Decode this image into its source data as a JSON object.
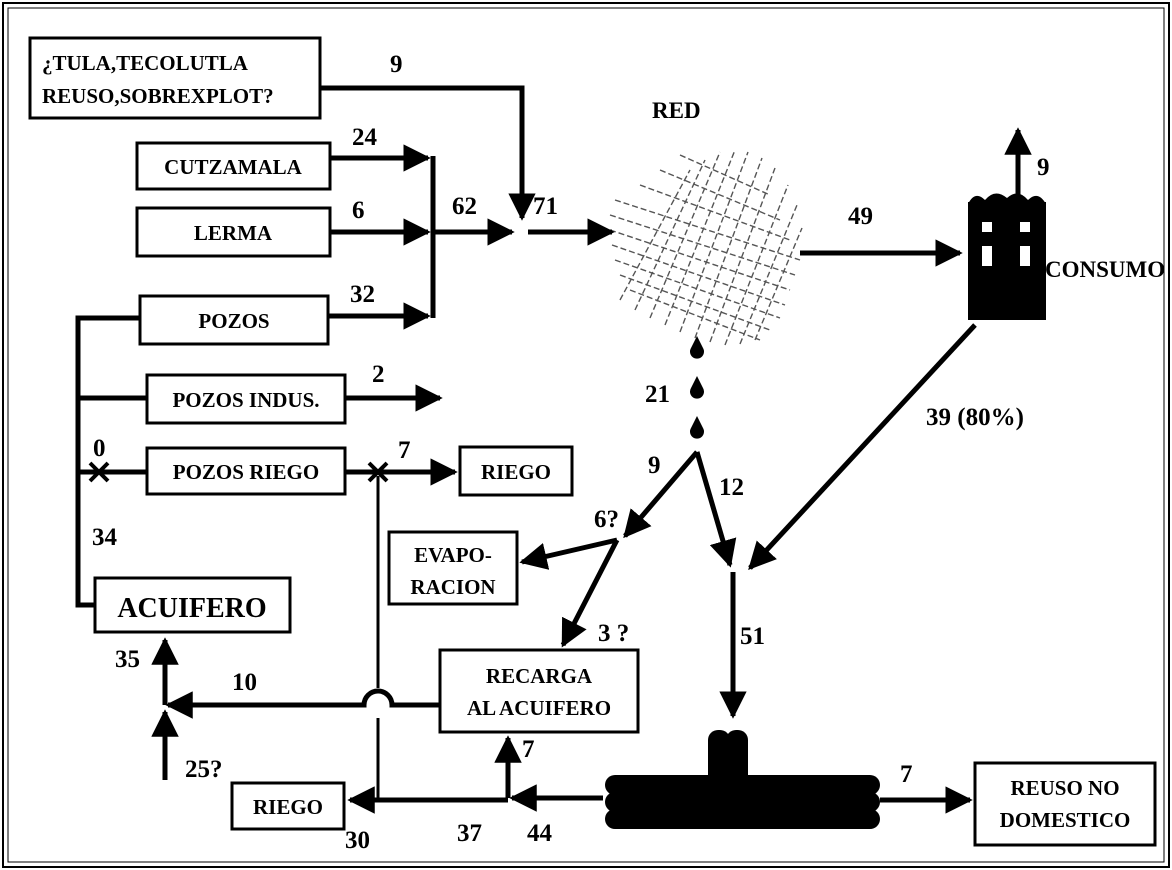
{
  "boxes": {
    "tula_line1": "¿TULA,TECOLUTLA",
    "tula_line2": "REUSO,SOBREXPLOT?",
    "cutzamala": "CUTZAMALA",
    "lerma": "LERMA",
    "pozos": "POZOS",
    "pozos_indus": "POZOS INDUS.",
    "pozos_riego": "POZOS RIEGO",
    "riego_top": "RIEGO",
    "evap_line1": "EVAPO-",
    "evap_line2": "RACION",
    "acuifero": "ACUIFERO",
    "recarga_line1": "RECARGA",
    "recarga_line2": "AL ACUIFERO",
    "riego_bottom": "RIEGO",
    "reuso_line1": "REUSO NO",
    "reuso_line2": "DOMESTICO"
  },
  "labels": {
    "red": "RED",
    "consumo": "CONSUMO",
    "tula_flow": "9",
    "cutzamala_flow": "24",
    "lerma_flow": "6",
    "sum_flow": "62",
    "red_in": "71",
    "pozos_flow": "32",
    "pozos_indus_flow": "2",
    "red_out": "49",
    "consumo_up": "9",
    "leak": "21",
    "consumo_return": "39  (80%)",
    "leak_left": "9",
    "leak_right": "12",
    "evap_flow": "6?",
    "recharge_flow": "3 ?",
    "sewer_flow": "51",
    "pozos_riego_zero": "0",
    "pozos_riego_flow": "7",
    "aquifer_out": "34",
    "aquifer_in": "35",
    "recarga_out": "10",
    "bottom_in": "25?",
    "recarga_up": "7",
    "riego_flow": "30",
    "mid_flow": "37",
    "drain_flow": "44",
    "reuso_flow": "7"
  }
}
